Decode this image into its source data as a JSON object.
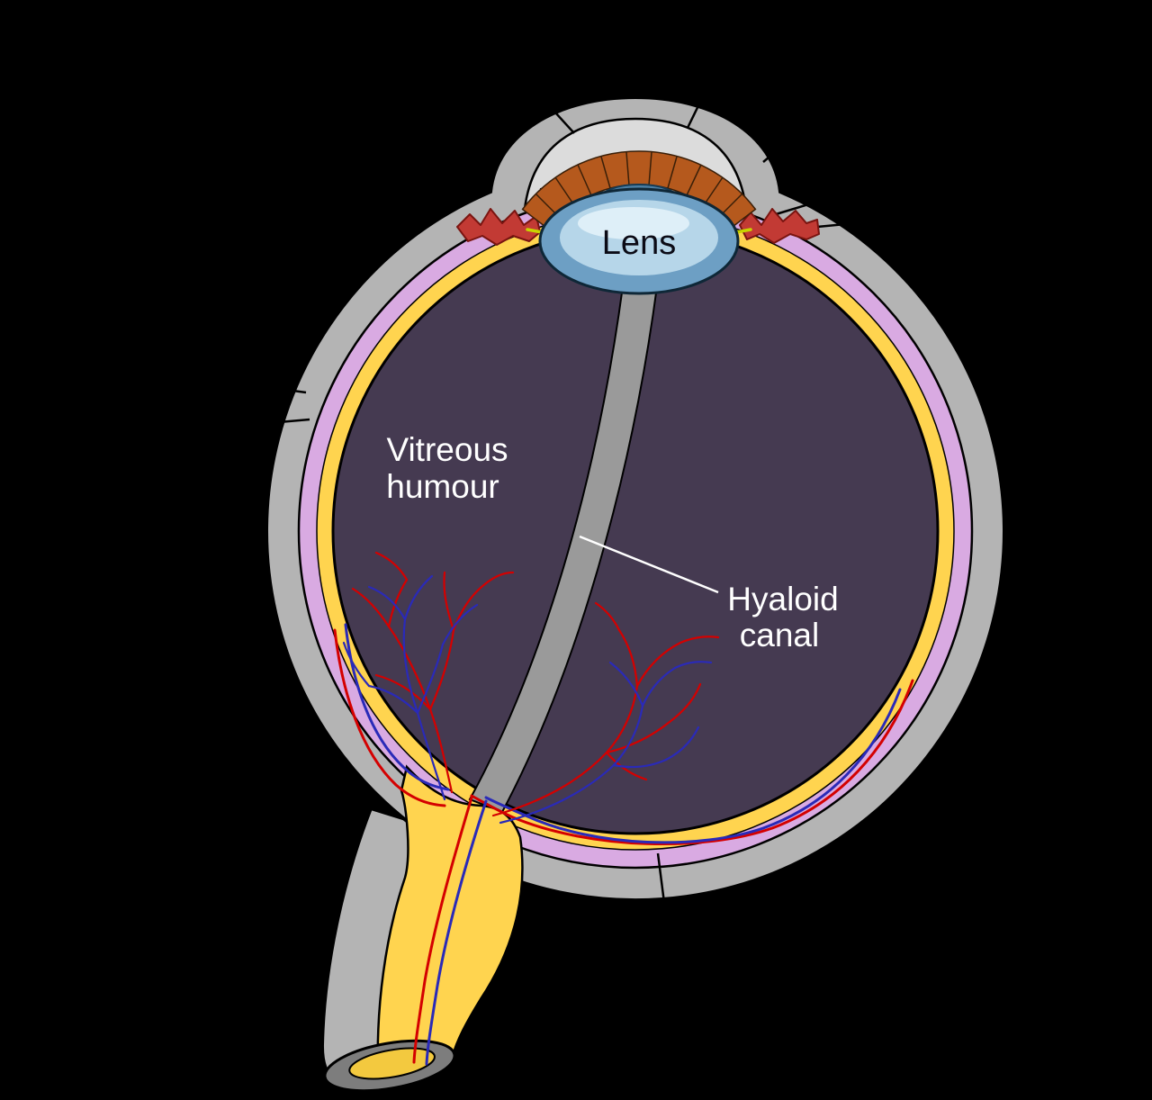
{
  "diagram": {
    "name": "human-eye-cross-section",
    "labels": {
      "lens": "Lens",
      "vitreous_line1": "Vitreous",
      "vitreous_line2": "humour",
      "hyaloid_line1": "Hyaloid",
      "hyaloid_line2": "canal"
    },
    "colors": {
      "background": "#000000",
      "sclera_gray": "#b4b4b4",
      "cornea_gray": "#dcdcdc",
      "choroid_purple": "#d9aae2",
      "retina_yellow": "#ffd44f",
      "vitreous_dark": "#453a51",
      "hyaloid_gray": "#9a9a9a",
      "lens_blue": "#6d9fc4",
      "lens_highlight": "#cfe8f5",
      "iris_orange": "#b5591d",
      "ciliary_red": "#c23a34",
      "vessel_red": "#d40000",
      "vessel_blue": "#2a2ab8",
      "zonule_yellow": "#c8d400",
      "label_white": "#ffffff",
      "label_dark": "#0b0b16",
      "outline_black": "#000000"
    }
  }
}
